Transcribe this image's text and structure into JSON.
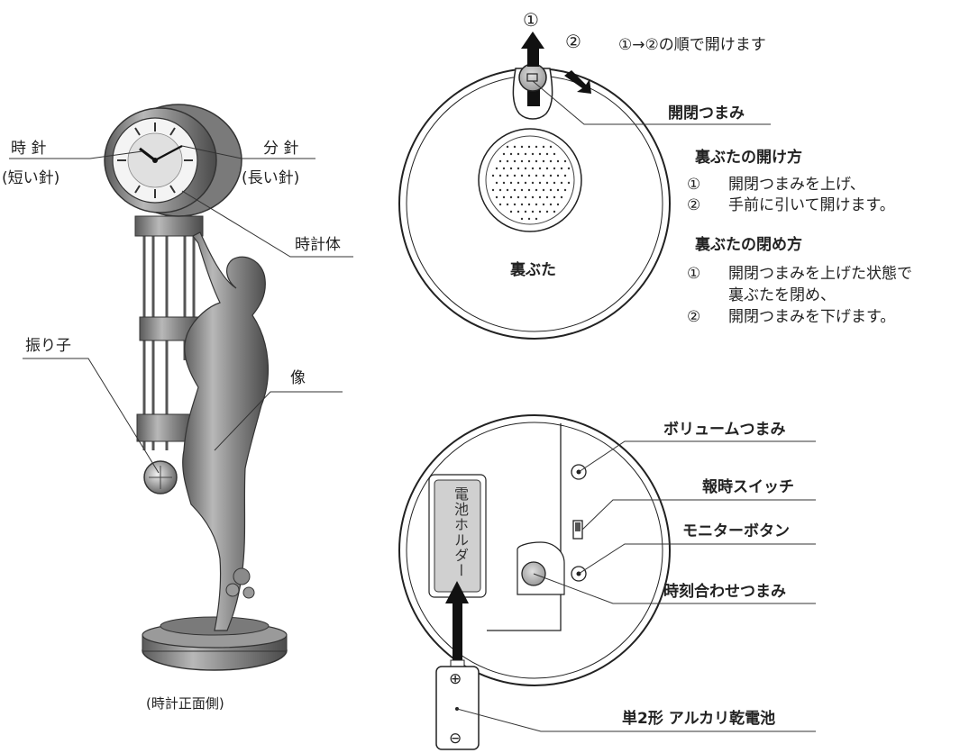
{
  "clock_front": {
    "hour_hand": "時 針",
    "hour_hand_sub": "(短い針)",
    "minute_hand": "分 針",
    "minute_hand_sub": "(長い針)",
    "clock_body": "時計体",
    "pendulum": "振り子",
    "statue": "像",
    "caption": "(時計正面側)"
  },
  "back_cover": {
    "step1_marker": "①",
    "step2_marker": "②",
    "order_note": "①→②の順で開けます",
    "knob_label": "開閉つまみ",
    "cover_label": "裏ぶた",
    "open_title": "裏ぶたの開け方",
    "open_steps": [
      {
        "num": "①",
        "text": "開閉つまみを上げ、"
      },
      {
        "num": "②",
        "text": "手前に引いて開けます。"
      }
    ],
    "close_title": "裏ぶたの閉め方",
    "close_steps": [
      {
        "num": "①",
        "text": "開閉つまみを上げた状態で",
        "text2": "裏ぶたを閉め、"
      },
      {
        "num": "②",
        "text": "開閉つまみを下げます。"
      }
    ]
  },
  "mechanism": {
    "volume_knob": "ボリュームつまみ",
    "chime_switch": "報時スイッチ",
    "monitor_button": "モニターボタン",
    "time_set_knob": "時刻合わせつまみ",
    "battery_holder": "電池ホルダー",
    "battery": "単2形 アルカリ乾電池",
    "plus": "⊕",
    "minus": "⊖"
  }
}
